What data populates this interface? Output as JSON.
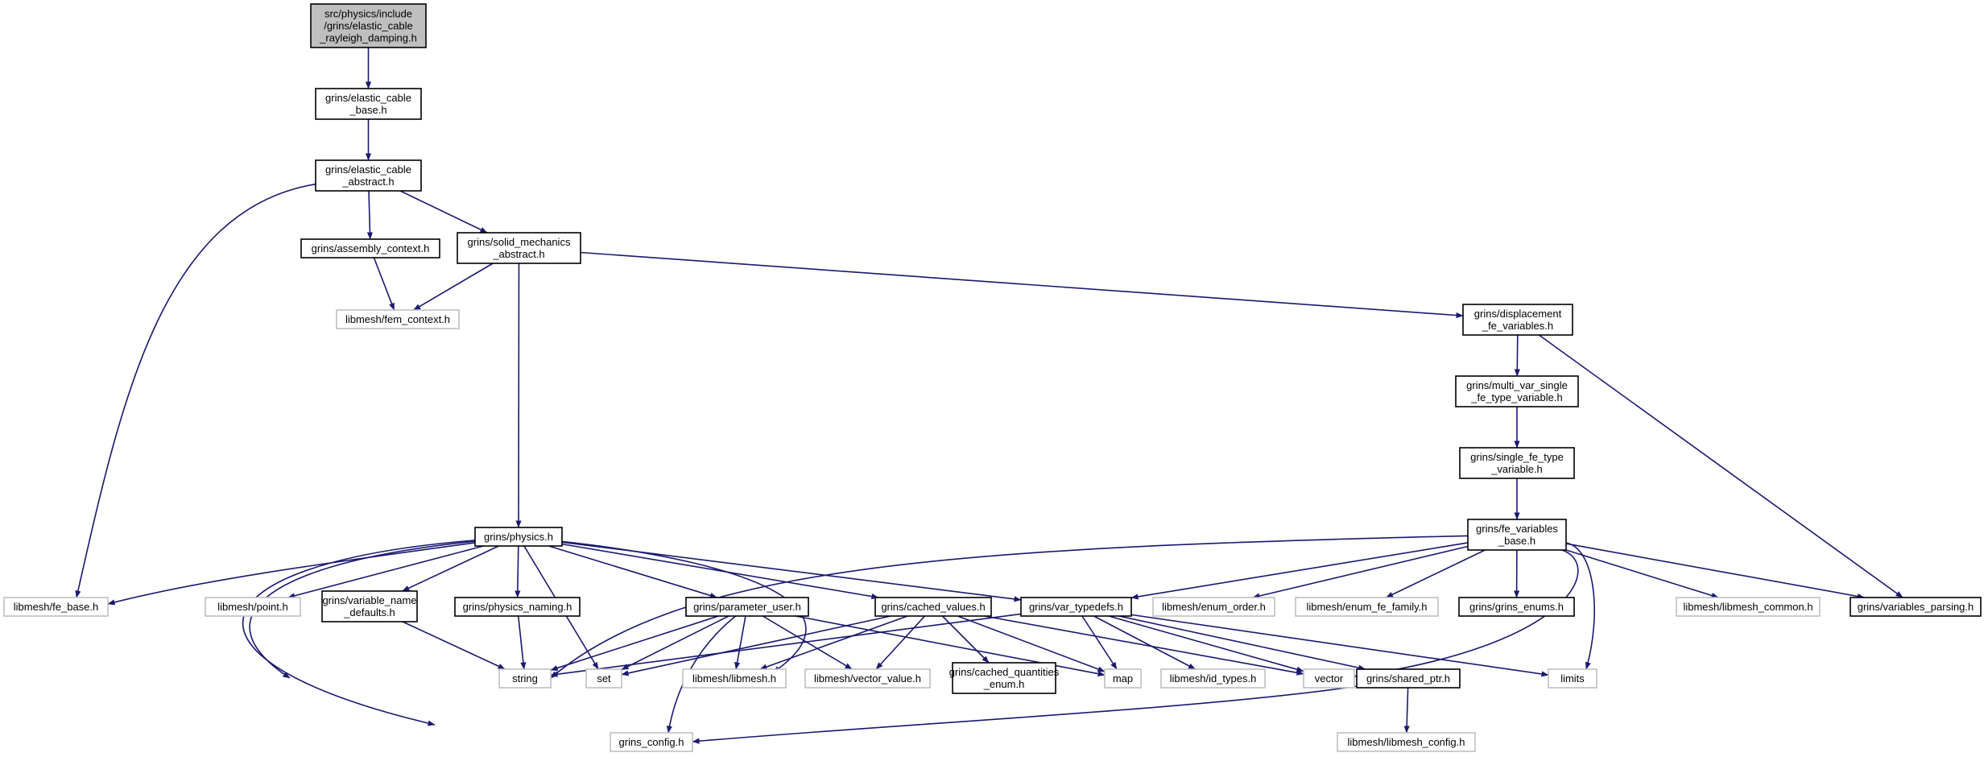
{
  "colors": {
    "edge": "#191970",
    "root_fill": "#bfbfbf",
    "root_border": "#000000",
    "node_border": "#000000",
    "external_border": "#bfbfbf",
    "text": "#000000"
  },
  "nodes": [
    {
      "id": "root",
      "lines": [
        "src/physics/include",
        "/grins/elastic_cable",
        "_rayleigh_damping.h"
      ],
      "kind": "root"
    },
    {
      "id": "ecb",
      "lines": [
        "grins/elastic_cable",
        "_base.h"
      ],
      "kind": "internal"
    },
    {
      "id": "eca",
      "lines": [
        "grins/elastic_cable",
        "_abstract.h"
      ],
      "kind": "internal"
    },
    {
      "id": "asm",
      "lines": [
        "grins/assembly_context.h"
      ],
      "kind": "internal"
    },
    {
      "id": "sma",
      "lines": [
        "grins/solid_mechanics",
        "_abstract.h"
      ],
      "kind": "internal"
    },
    {
      "id": "femctx",
      "lines": [
        "libmesh/fem_context.h"
      ],
      "kind": "external"
    },
    {
      "id": "disp",
      "lines": [
        "grins/displacement",
        "_fe_variables.h"
      ],
      "kind": "internal"
    },
    {
      "id": "mvs",
      "lines": [
        "grins/multi_var_single",
        "_fe_type_variable.h"
      ],
      "kind": "internal"
    },
    {
      "id": "sfe",
      "lines": [
        "grins/single_fe_type",
        "_variable.h"
      ],
      "kind": "internal"
    },
    {
      "id": "fevb",
      "lines": [
        "grins/fe_variables",
        "_base.h"
      ],
      "kind": "internal"
    },
    {
      "id": "phys",
      "lines": [
        "grins/physics.h"
      ],
      "kind": "internal"
    },
    {
      "id": "febase",
      "lines": [
        "libmesh/fe_base.h"
      ],
      "kind": "external"
    },
    {
      "id": "point",
      "lines": [
        "libmesh/point.h"
      ],
      "kind": "external"
    },
    {
      "id": "vnd",
      "lines": [
        "grins/variable_name",
        "_defaults.h"
      ],
      "kind": "internal"
    },
    {
      "id": "pnam",
      "lines": [
        "grins/physics_naming.h"
      ],
      "kind": "internal"
    },
    {
      "id": "puser",
      "lines": [
        "grins/parameter_user.h"
      ],
      "kind": "internal"
    },
    {
      "id": "cval",
      "lines": [
        "grins/cached_values.h"
      ],
      "kind": "internal"
    },
    {
      "id": "vtd",
      "lines": [
        "grins/var_typedefs.h"
      ],
      "kind": "internal"
    },
    {
      "id": "eord",
      "lines": [
        "libmesh/enum_order.h"
      ],
      "kind": "external"
    },
    {
      "id": "efam",
      "lines": [
        "libmesh/enum_fe_family.h"
      ],
      "kind": "external"
    },
    {
      "id": "genum",
      "lines": [
        "grins/grins_enums.h"
      ],
      "kind": "internal"
    },
    {
      "id": "lcommon",
      "lines": [
        "libmesh/libmesh_common.h"
      ],
      "kind": "external"
    },
    {
      "id": "vparse",
      "lines": [
        "grins/variables_parsing.h"
      ],
      "kind": "internal"
    },
    {
      "id": "string",
      "lines": [
        "string"
      ],
      "kind": "external"
    },
    {
      "id": "set",
      "lines": [
        "set"
      ],
      "kind": "external"
    },
    {
      "id": "libmesh",
      "lines": [
        "libmesh/libmesh.h"
      ],
      "kind": "external"
    },
    {
      "id": "vecval",
      "lines": [
        "libmesh/vector_value.h"
      ],
      "kind": "external"
    },
    {
      "id": "cqe",
      "lines": [
        "grins/cached_quantities",
        "_enum.h"
      ],
      "kind": "internal"
    },
    {
      "id": "map",
      "lines": [
        "map"
      ],
      "kind": "external"
    },
    {
      "id": "idt",
      "lines": [
        "libmesh/id_types.h"
      ],
      "kind": "external"
    },
    {
      "id": "vector",
      "lines": [
        "vector"
      ],
      "kind": "external"
    },
    {
      "id": "sptr",
      "lines": [
        "grins/shared_ptr.h"
      ],
      "kind": "internal"
    },
    {
      "id": "limits",
      "lines": [
        "limits"
      ],
      "kind": "external"
    },
    {
      "id": "gconfig",
      "lines": [
        "grins_config.h"
      ],
      "kind": "external"
    },
    {
      "id": "lconfig",
      "lines": [
        "libmesh/libmesh_config.h"
      ],
      "kind": "external"
    }
  ],
  "edges": [
    [
      "root",
      "ecb"
    ],
    [
      "ecb",
      "eca"
    ],
    [
      "eca",
      "asm"
    ],
    [
      "eca",
      "sma"
    ],
    [
      "eca",
      "febase"
    ],
    [
      "asm",
      "femctx"
    ],
    [
      "sma",
      "femctx"
    ],
    [
      "sma",
      "phys"
    ],
    [
      "sma",
      "disp"
    ],
    [
      "disp",
      "mvs"
    ],
    [
      "disp",
      "vparse"
    ],
    [
      "mvs",
      "sfe"
    ],
    [
      "sfe",
      "fevb"
    ],
    [
      "fevb",
      "vtd"
    ],
    [
      "fevb",
      "eord"
    ],
    [
      "fevb",
      "efam"
    ],
    [
      "fevb",
      "genum"
    ],
    [
      "fevb",
      "lcommon"
    ],
    [
      "fevb",
      "vparse"
    ],
    [
      "fevb",
      "string"
    ],
    [
      "fevb",
      "vector"
    ],
    [
      "fevb",
      "limits"
    ],
    [
      "phys",
      "febase"
    ],
    [
      "phys",
      "point"
    ],
    [
      "phys",
      "vnd"
    ],
    [
      "phys",
      "pnam"
    ],
    [
      "phys",
      "puser"
    ],
    [
      "phys",
      "cval"
    ],
    [
      "phys",
      "vtd"
    ],
    [
      "phys",
      "string"
    ],
    [
      "phys",
      "set"
    ],
    [
      "phys",
      "libmesh"
    ],
    [
      "phys",
      "gconfig"
    ],
    [
      "vnd",
      "string"
    ],
    [
      "pnam",
      "string"
    ],
    [
      "puser",
      "string"
    ],
    [
      "puser",
      "set"
    ],
    [
      "puser",
      "libmesh"
    ],
    [
      "puser",
      "vecval"
    ],
    [
      "puser",
      "map"
    ],
    [
      "puser",
      "gconfig"
    ],
    [
      "cval",
      "set"
    ],
    [
      "cval",
      "libmesh"
    ],
    [
      "cval",
      "vecval"
    ],
    [
      "cval",
      "cqe"
    ],
    [
      "cval",
      "map"
    ],
    [
      "cval",
      "vector"
    ],
    [
      "vtd",
      "string"
    ],
    [
      "vtd",
      "map"
    ],
    [
      "vtd",
      "idt"
    ],
    [
      "vtd",
      "vector"
    ],
    [
      "vtd",
      "sptr"
    ],
    [
      "vtd",
      "limits"
    ],
    [
      "sptr",
      "gconfig"
    ],
    [
      "sptr",
      "lconfig"
    ]
  ]
}
